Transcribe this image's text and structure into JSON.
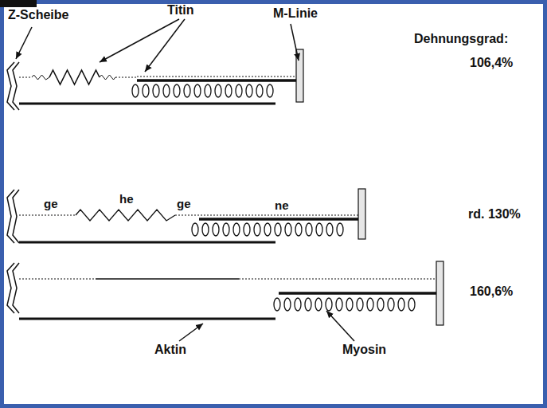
{
  "diagram": {
    "labels": [
      "Z-Scheibe",
      "Titin",
      "M-Linie",
      "Dehnungsgrad:",
      "106,4%",
      "ge",
      "he",
      "ge",
      "ne",
      "rd. 130%",
      "160,6%",
      "Aktin",
      "Myosin"
    ]
  }
}
